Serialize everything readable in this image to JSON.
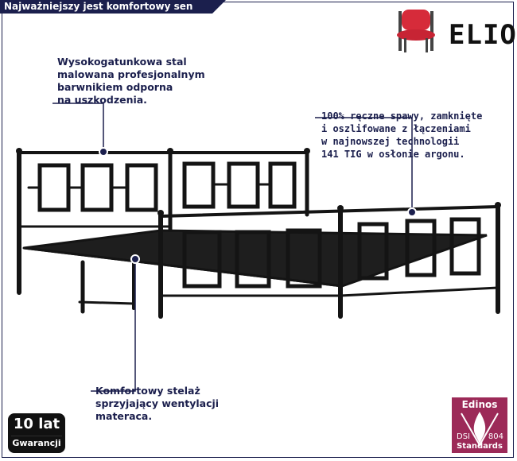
{
  "banner": {
    "text": "Najważniejszy jest komfortowy sen"
  },
  "brand": {
    "name": "ELIOR"
  },
  "callouts": {
    "steel": "Wysokogatunkowa stal\nmalowana profesjonalnym\nbarwnikiem odporna\nna uszkodzenia.",
    "welds": "100% ręczne spawy, zamknięte\ni oszlifowane z łączeniami\nw najnowszej technologii\n141 TIG w osłonie argonu.",
    "frame": "Komfortowy stelaż\nsprzyjający wentylacji\nmateraca."
  },
  "warranty": {
    "years": "10 lat",
    "label": "Gwarancji"
  },
  "certificate": {
    "title": "Edinos",
    "left_code": "DSI",
    "right_code": "804",
    "label": "Standards"
  },
  "colors": {
    "navy": "#1b1f4d",
    "bed": "#141414",
    "cert": "#9c2a58",
    "chair": "#d62b3a"
  }
}
